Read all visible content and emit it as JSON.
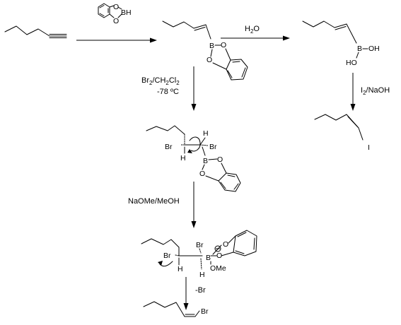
{
  "reagents": {
    "catecholborane": "",
    "water_pre": "H",
    "water_sub": "2",
    "water_post": "O",
    "bromination_pre": "Br",
    "bromination_sub1": "2",
    "bromination_mid": "/CH",
    "bromination_sub2": "2",
    "bromination_post": "Cl",
    "bromination_sub3": "2",
    "temperature": "-78 ºC",
    "iodination_pre": "I",
    "iodination_sub": "2",
    "iodination_post": "/NaOH",
    "methoxide": "NaOMe/MeOH",
    "elimination": "-Br"
  },
  "atoms": {
    "B": "B",
    "BH": "BH",
    "O": "O",
    "OH": "OH",
    "HO": "HO",
    "Br": "Br",
    "H": "H",
    "I": "I",
    "OMe": "OMe",
    "minus": "−"
  }
}
